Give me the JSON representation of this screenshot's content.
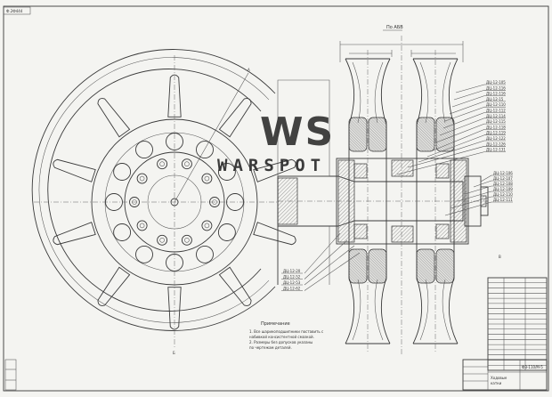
{
  "sheet": {
    "corner_tag": "Ф.2Ф444",
    "section_label": "По АБВ",
    "label_a": "А",
    "label_b": "Б",
    "label_c": "В",
    "tb_ref": "Ф3-110/М-5",
    "tb_title_1": "Ходовые",
    "tb_title_2": "катки"
  },
  "watermark": {
    "logo": "WS",
    "name": "WARSPOT"
  },
  "callouts": {
    "top_right": [
      "ДЦ-12-105",
      "ДЦ-12-116",
      "ДЦ-12-116",
      "ДЦ-12-15",
      "ДЦ-12-110",
      "ДЦ-12-112",
      "ДЦ-12-114",
      "ДЦ-12-115",
      "ДЦ-12-118",
      "ДЦ-12-119",
      "ДЦ-12-122",
      "ДЦ-12-126",
      "ДЦ-12-131"
    ],
    "mid_right": [
      "ДЦ-12-106",
      "ДЦ-12-107",
      "ДЦ-12-108",
      "ДЦ-12-109",
      "ДЦ-12-110",
      "ДЦ-12-111"
    ],
    "bottom_left": [
      "ДЦ-12-20",
      "ДЦ-12-52",
      "ДЦ-12-53",
      "ДЦ-12-62"
    ]
  },
  "notes": {
    "heading": "Примечание",
    "lines": [
      "1. Все шарикоподшипники поставить с",
      "   набивкой консистентной смазкой.",
      "2. Размеры без допусков указаны",
      "   по чертежам деталей."
    ]
  },
  "bom_rows": 18
}
